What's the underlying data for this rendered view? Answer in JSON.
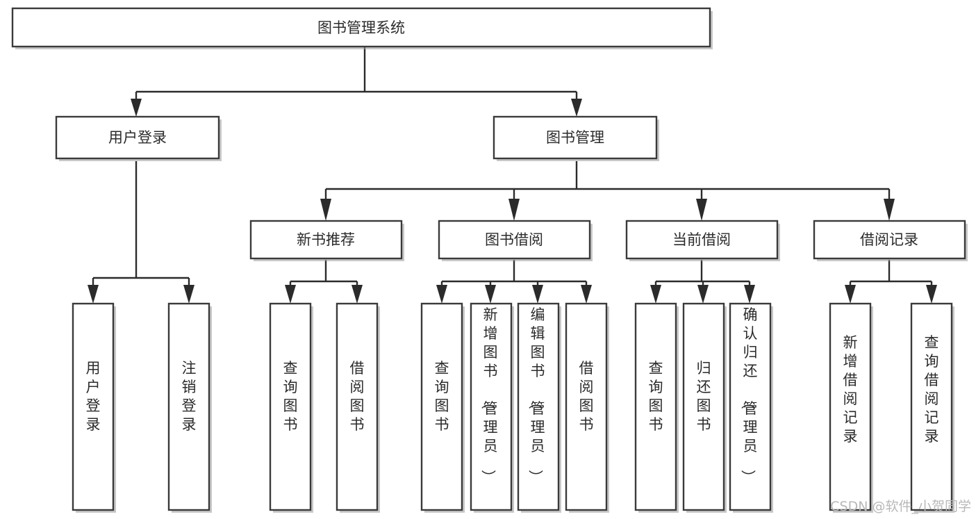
{
  "diagram": {
    "title": "图书管理系统",
    "type": "tree",
    "orientation": "top-down",
    "colors": {
      "box_stroke": "#3a3a3a",
      "box_fill": "#ffffff",
      "edge": "#2b2b2b",
      "text": "#2b2b2b",
      "watermark": "#b8b8b8",
      "background": "#ffffff"
    },
    "root": {
      "label": "图书管理系统"
    },
    "level2": [
      {
        "label": "用户登录"
      },
      {
        "label": "图书管理"
      }
    ],
    "level3": [
      {
        "label": "新书推荐"
      },
      {
        "label": "图书借阅"
      },
      {
        "label": "当前借阅"
      },
      {
        "label": "借阅记录"
      }
    ],
    "leaves": {
      "user_login": [
        {
          "label": "用户登录"
        },
        {
          "label": "注销登录"
        }
      ],
      "new_book_recommend": [
        {
          "label": "查询图书"
        },
        {
          "label": "借阅图书"
        }
      ],
      "book_borrow": [
        {
          "label": "查询图书"
        },
        {
          "label": "新增图书（管理员）"
        },
        {
          "label": "编辑图书（管理员）"
        },
        {
          "label": "借阅图书"
        }
      ],
      "current_borrow": [
        {
          "label": "查询图书"
        },
        {
          "label": "归还图书"
        },
        {
          "label": "确认归还（管理员）"
        }
      ],
      "borrow_record": [
        {
          "label": "新增借阅记录"
        },
        {
          "label": "查询借阅记录"
        }
      ]
    }
  },
  "watermark": {
    "text": "CSDN @软件_小贺同学"
  }
}
